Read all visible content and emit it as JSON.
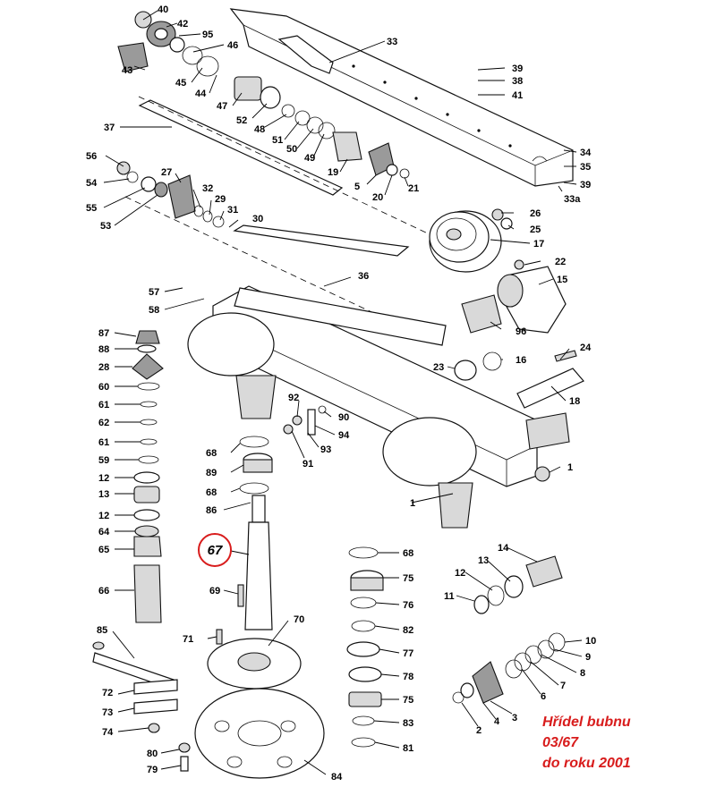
{
  "diagram": {
    "highlighted_part": "67",
    "note_lines": [
      "Hřídel bubnu",
      "03/67",
      "do roku 2001"
    ],
    "accent_color": "#d81c1c",
    "part_labels": [
      "40",
      "42",
      "95",
      "46",
      "43",
      "45",
      "44",
      "47",
      "52",
      "48",
      "51",
      "50",
      "49",
      "19",
      "5",
      "20",
      "21",
      "33",
      "39",
      "38",
      "41",
      "34",
      "35",
      "39",
      "33a",
      "37",
      "56",
      "54",
      "55",
      "53",
      "27",
      "32",
      "29",
      "31",
      "30",
      "26",
      "25",
      "17",
      "22",
      "15",
      "96",
      "16",
      "23",
      "36",
      "57",
      "58",
      "87",
      "88",
      "28",
      "60",
      "61",
      "62",
      "61",
      "59",
      "12",
      "13",
      "12",
      "64",
      "65",
      "66",
      "92",
      "90",
      "94",
      "93",
      "91",
      "68",
      "89",
      "68",
      "86",
      "24",
      "18",
      "1",
      "1",
      "14",
      "13",
      "12",
      "11",
      "69",
      "71",
      "70",
      "85",
      "72",
      "73",
      "74",
      "80",
      "79",
      "84",
      "68",
      "75",
      "76",
      "82",
      "77",
      "78",
      "75",
      "83",
      "81",
      "10",
      "9",
      "8",
      "7",
      "6",
      "3",
      "4",
      "2"
    ]
  }
}
